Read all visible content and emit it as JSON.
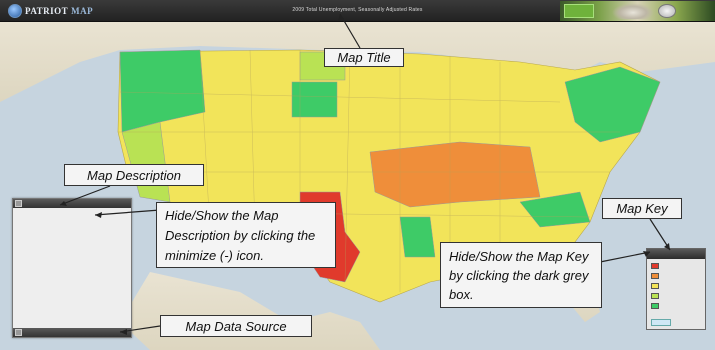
{
  "header": {
    "logo_main": "PATRIOT",
    "logo_sub": "MAP",
    "logo_tagline": "",
    "map_title": "2009 Total Unemployment, Seasonally Adjusted Rates",
    "ad_badge": "",
    "ad_text": ""
  },
  "description_panel": {
    "header_label": "",
    "rows": [],
    "source_label": ""
  },
  "key_panel": {
    "header_label": "",
    "items": [
      {
        "color": "#e03a2c",
        "label": ""
      },
      {
        "color": "#ef8e3a",
        "label": ""
      },
      {
        "color": "#f2e45a",
        "label": ""
      },
      {
        "color": "#b9e254",
        "label": ""
      },
      {
        "color": "#3ecb67",
        "label": ""
      }
    ],
    "footer": ""
  },
  "callouts": {
    "map_title": "Map Title",
    "map_description": "Map Description",
    "hide_show_description": "Hide/Show the Map Description by clicking the minimize (-) icon.",
    "map_key": "Map Key",
    "hide_show_key": "Hide/Show the Map Key by clicking the dark grey box.",
    "map_data_source": "Map Data Source"
  },
  "colors": {
    "ocean": "#c9d6e0",
    "high": "#e03a2c",
    "mid_high": "#ef8e3a",
    "mid": "#f2e45a",
    "low_mid": "#b9e254",
    "low": "#3ecb67"
  }
}
